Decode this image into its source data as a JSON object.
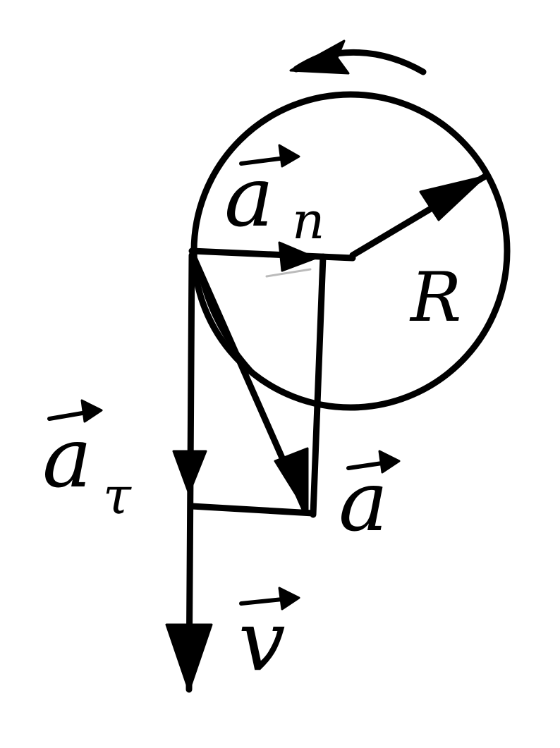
{
  "diagram": {
    "ink_color": "#000000",
    "background_color": "#ffffff",
    "rotation_direction": "counterclockwise",
    "labels": {
      "normal_accel_base": "a",
      "normal_accel_sub": "n",
      "tangential_accel_base": "a",
      "tangential_accel_sub": "τ",
      "total_accel": "a",
      "velocity": "v",
      "radius": "R"
    }
  }
}
